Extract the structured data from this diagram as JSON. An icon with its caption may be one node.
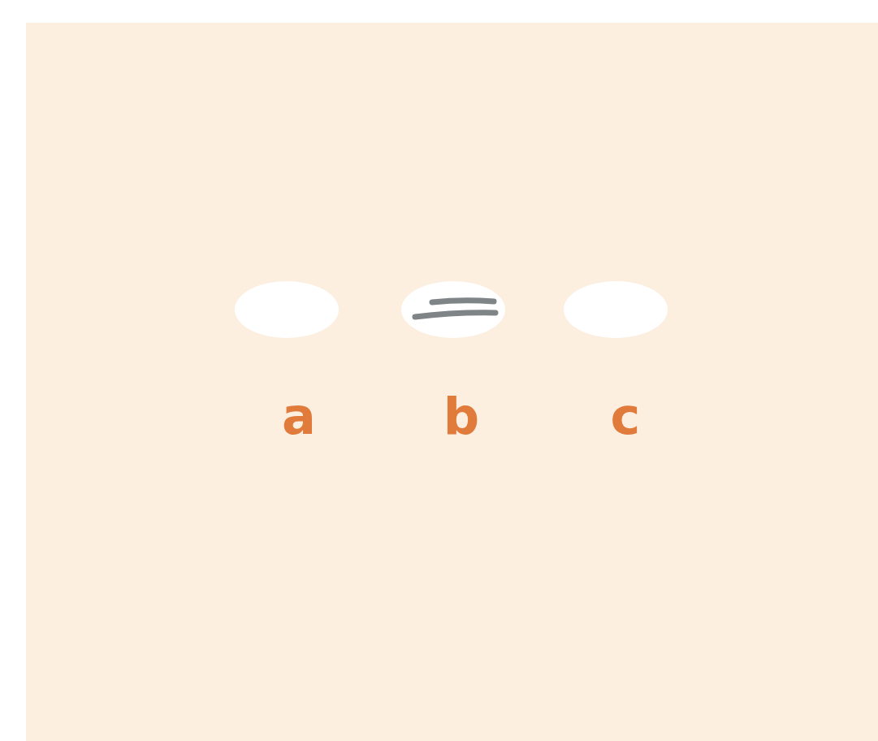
{
  "diagram": {
    "labels": [
      "a",
      "b",
      "c"
    ]
  }
}
